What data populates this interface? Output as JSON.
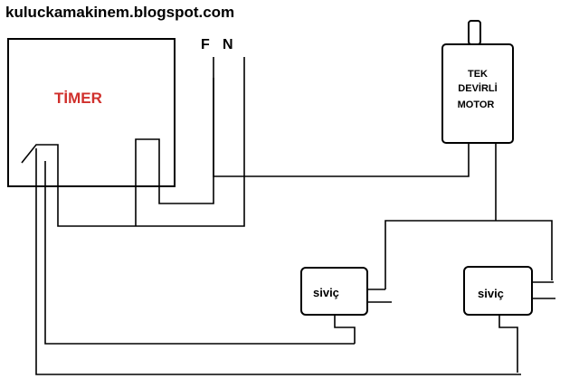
{
  "header": {
    "blog_url": "kuluckamakinem.blogspot.com"
  },
  "timer": {
    "label": "TİMER",
    "label_color": "#d0302c"
  },
  "power": {
    "phase_label": "F",
    "neutral_label": "N"
  },
  "motor": {
    "line1": "TEK",
    "line2": "DEVİRLİ",
    "line3": "MOTOR"
  },
  "switches": [
    {
      "label": "siviç"
    },
    {
      "label": "siviç"
    }
  ]
}
